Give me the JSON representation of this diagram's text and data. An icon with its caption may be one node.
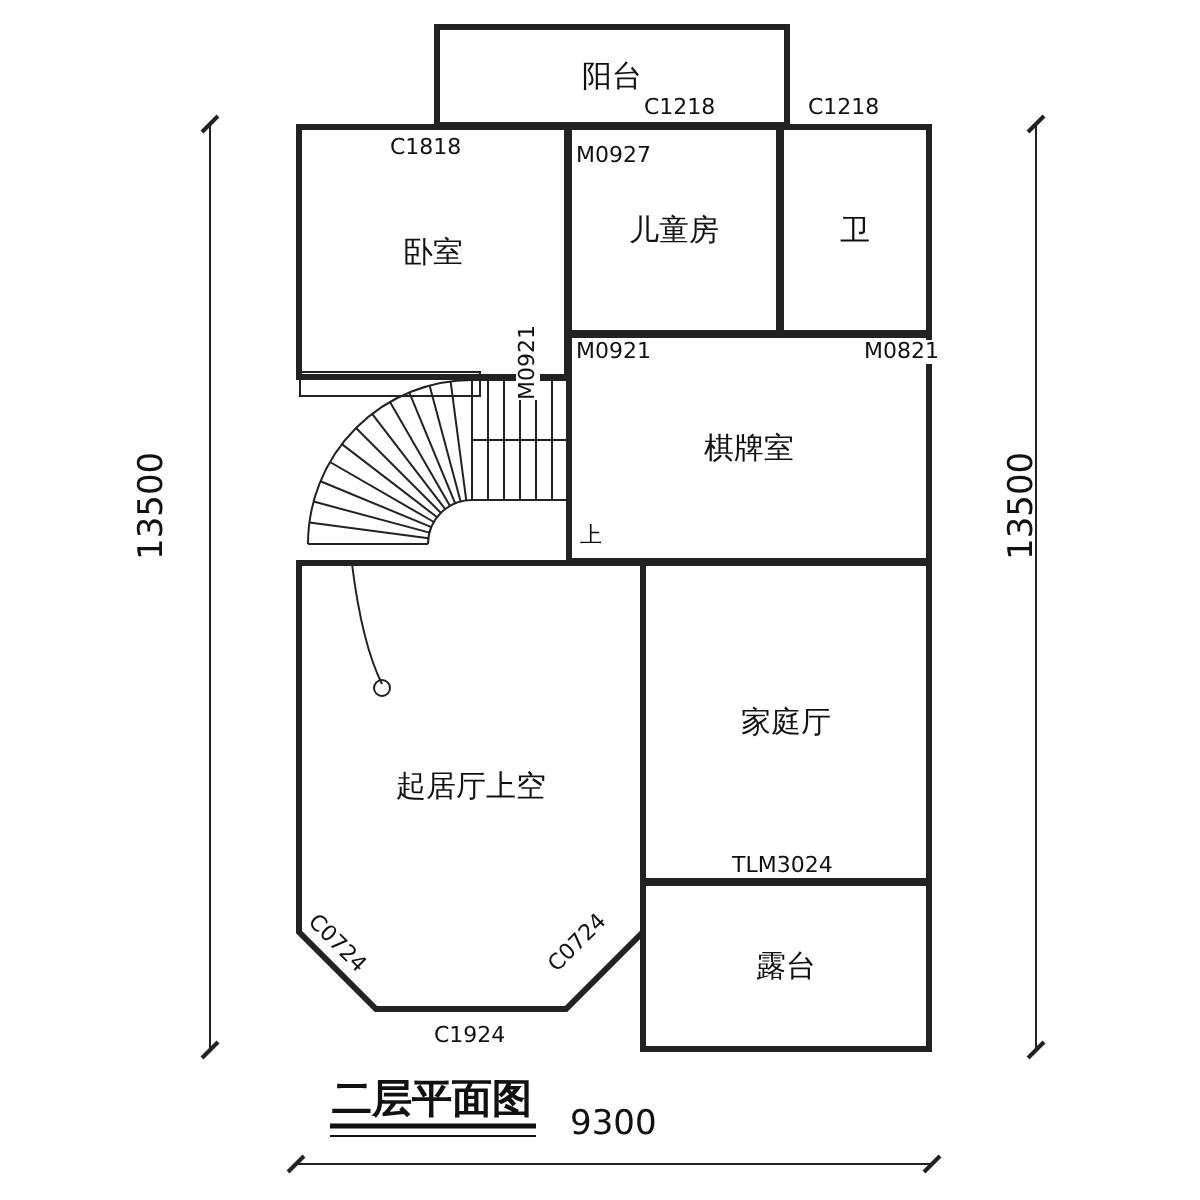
{
  "diagram": {
    "title": "二层平面图",
    "nodes": [
      {
        "text": [
          "阳台"
        ]
      },
      {
        "text": [
          "卧室"
        ]
      },
      {
        "text": [
          "儿童房"
        ]
      },
      {
        "text": [
          "卫"
        ]
      },
      {
        "text": [
          "棋牌室"
        ]
      },
      {
        "text": [
          "起居厅上空"
        ]
      },
      {
        "text": [
          "家庭厅"
        ]
      },
      {
        "text": [
          "露台"
        ]
      }
    ],
    "edges": [],
    "labels": [
      "C1218",
      "C1218",
      "C1818",
      "M0927",
      "M0921",
      "M0821",
      "M0921",
      "上",
      "TLM3024",
      "C0724",
      "C0724",
      "C1924",
      "13500",
      "13500",
      "9300"
    ]
  }
}
